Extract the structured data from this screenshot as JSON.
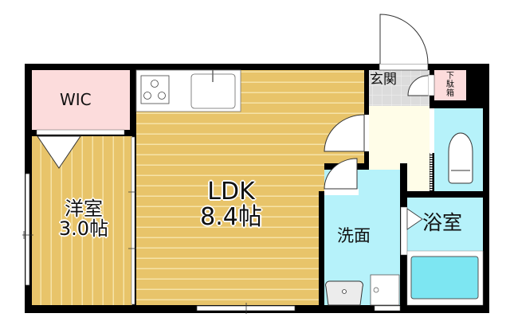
{
  "floorplan": {
    "rooms": [
      {
        "id": "wic",
        "name": "WIC",
        "area": ""
      },
      {
        "id": "western",
        "name": "洋室",
        "area": "3.0帖"
      },
      {
        "id": "ldk",
        "name": "LDK",
        "area": "8.4帖"
      },
      {
        "id": "entrance",
        "name": "玄関",
        "area": ""
      },
      {
        "id": "shoebox",
        "name": "下駄箱",
        "area": ""
      },
      {
        "id": "washroom",
        "name": "洗面",
        "area": ""
      },
      {
        "id": "bathroom",
        "name": "浴室",
        "area": ""
      }
    ],
    "colors": {
      "wall": "#000000",
      "wood_floor": "#e8c46a",
      "wood_line": "#f6e3a8",
      "wic": "#fcdcdc",
      "shoebox": "#fcdcdc",
      "wet_area": "#b6f2fa",
      "hall": "#fffde8",
      "entrance_tile": "#dcdcdc",
      "bathtub": "#7de6f2"
    }
  }
}
